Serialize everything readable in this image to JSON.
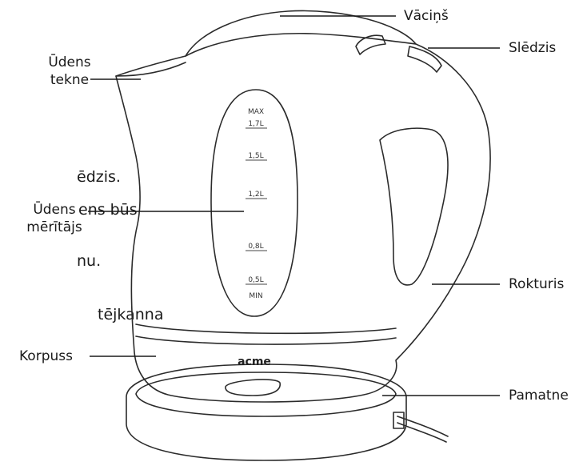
{
  "diagram": {
    "labels": {
      "lid": "Vāciņš",
      "switch": "Slēdzis",
      "spout_line1": "Ūdens",
      "spout_line2": "tekne",
      "gauge_line1": "Ūdens",
      "gauge_line2": "mērītājs",
      "handle": "Rokturis",
      "body": "Korpuss",
      "base": "Pamatne"
    },
    "gauge_marks": [
      "MAX",
      "1,7L",
      "1,5L",
      "1,2L",
      "0,8L",
      "0,5L",
      "MIN"
    ],
    "brand_logo": "acme",
    "background_text": {
      "line1": "ēdzis.",
      "line2": "ens būs",
      "line3": "nu.",
      "line4": "tējkanna"
    }
  }
}
